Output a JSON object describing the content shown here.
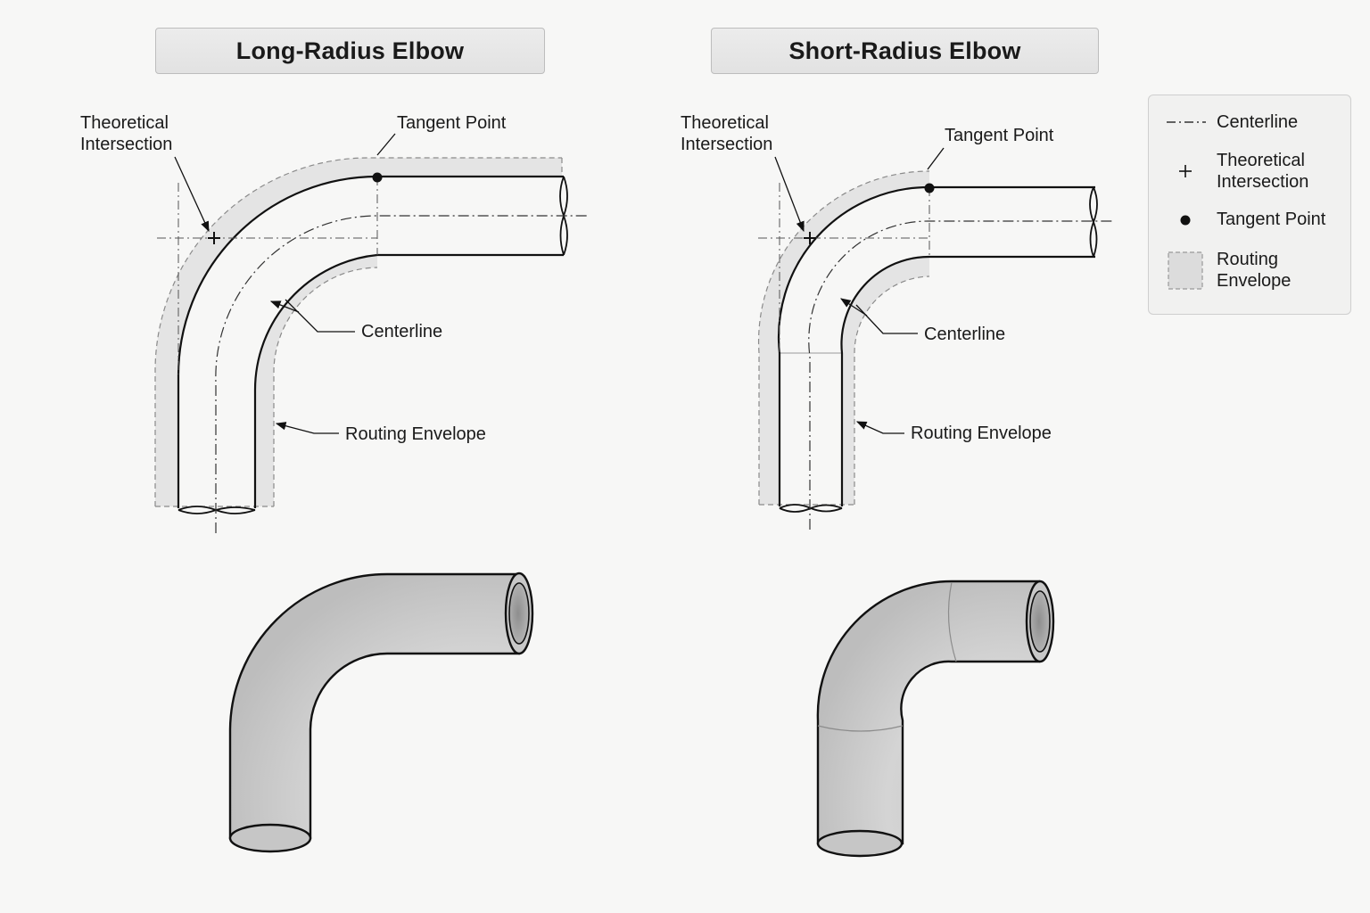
{
  "titles": {
    "left": "Long-Radius Elbow",
    "right": "Short-Radius Elbow"
  },
  "left_labels": {
    "theoretical_intersection": [
      "Theoretical",
      "Intersection"
    ],
    "tangent_point": "Tangent Point",
    "centerline": "Centerline",
    "routing_envelope": "Routing Envelope"
  },
  "right_labels": {
    "theoretical_intersection": [
      "Theoretical",
      "Intersection"
    ],
    "tangent_point": "Tangent Point",
    "centerline": "Centerline",
    "routing_envelope": "Routing Envelope"
  },
  "legend": {
    "items": [
      {
        "icon": "dash-dot-line-icon",
        "label": [
          "Centerline"
        ]
      },
      {
        "icon": "cross-icon",
        "label": [
          "Theoretical",
          "Intersection"
        ]
      },
      {
        "icon": "dot-icon",
        "label": [
          "Tangent Point"
        ]
      },
      {
        "icon": "shaded-square-icon",
        "label": [
          "Routing",
          "Envelope"
        ]
      }
    ]
  },
  "colors": {
    "background": "#f7f7f6",
    "envelope": "#e3e3e3",
    "pipe": "#c9c9c9",
    "line": "#111111"
  }
}
